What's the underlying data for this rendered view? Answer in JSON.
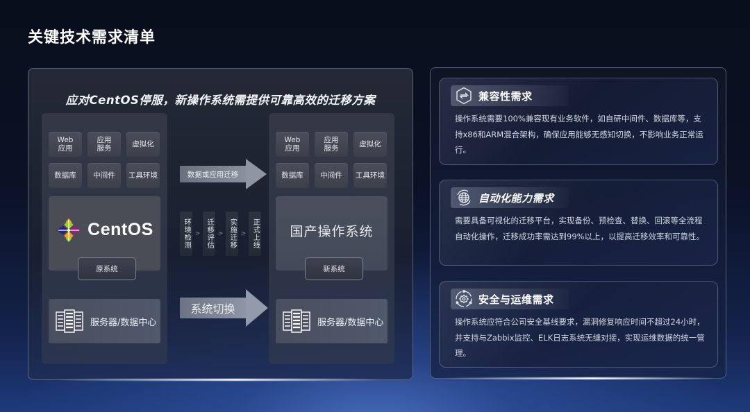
{
  "page": {
    "title": "关键技术需求清单"
  },
  "diagram": {
    "heading": "应对CentOS停服，新操作系统需提供可靠高效的迁移方案",
    "old_system": {
      "chips": [
        "Web\n应用",
        "应用\n服务",
        "虚拟化",
        "数据库",
        "中间件",
        "工具环境"
      ],
      "os_name": "CentOS",
      "tag": "原系统",
      "server_label": "服务器/数据中心"
    },
    "new_system": {
      "chips": [
        "Web\n应用",
        "应用\n服务",
        "虚拟化",
        "数据库",
        "中间件",
        "工具环境"
      ],
      "os_name": "国产操作系统",
      "tag": "新系统",
      "server_label": "服务器/数据中心"
    },
    "migration_arrow_label": "数据或应用迁移",
    "steps": [
      "环境检测",
      "迁移评估",
      "实施迁移",
      "正式上线"
    ],
    "step_separator": ">",
    "switch_arrow_label": "系统切换"
  },
  "requirements": [
    {
      "icon": "compatibility-hex-icon",
      "title": "兼容性需求",
      "body": "操作系统需要100%兼容现有业务软件，如自研中间件、数据库等，支持x86和ARM混合架构，确保应用能够无感知切换，不影响业务正常运行。"
    },
    {
      "icon": "globe-sync-icon",
      "title": "自动化能力需求",
      "body": "需要具备可视化的迁移平台，实现备份、预检查、替换、回滚等全流程自动化操作，迁移成功率需达到99%以上，以提高迁移效率和可靠性。"
    },
    {
      "icon": "gear-cycle-icon",
      "title": "安全与运维需求",
      "body": "操作系统应符合公司安全基线要求，漏洞修复响应时间不超过24小时，并支持与Zabbix监控、ELK日志系统无缝对接，实现运维数据的统一管理。"
    }
  ],
  "colors": {
    "background_top": "#090e1c",
    "background_bottom": "#1e3a7a",
    "text": "#ffffff",
    "body_text": "#d4d9e4"
  }
}
